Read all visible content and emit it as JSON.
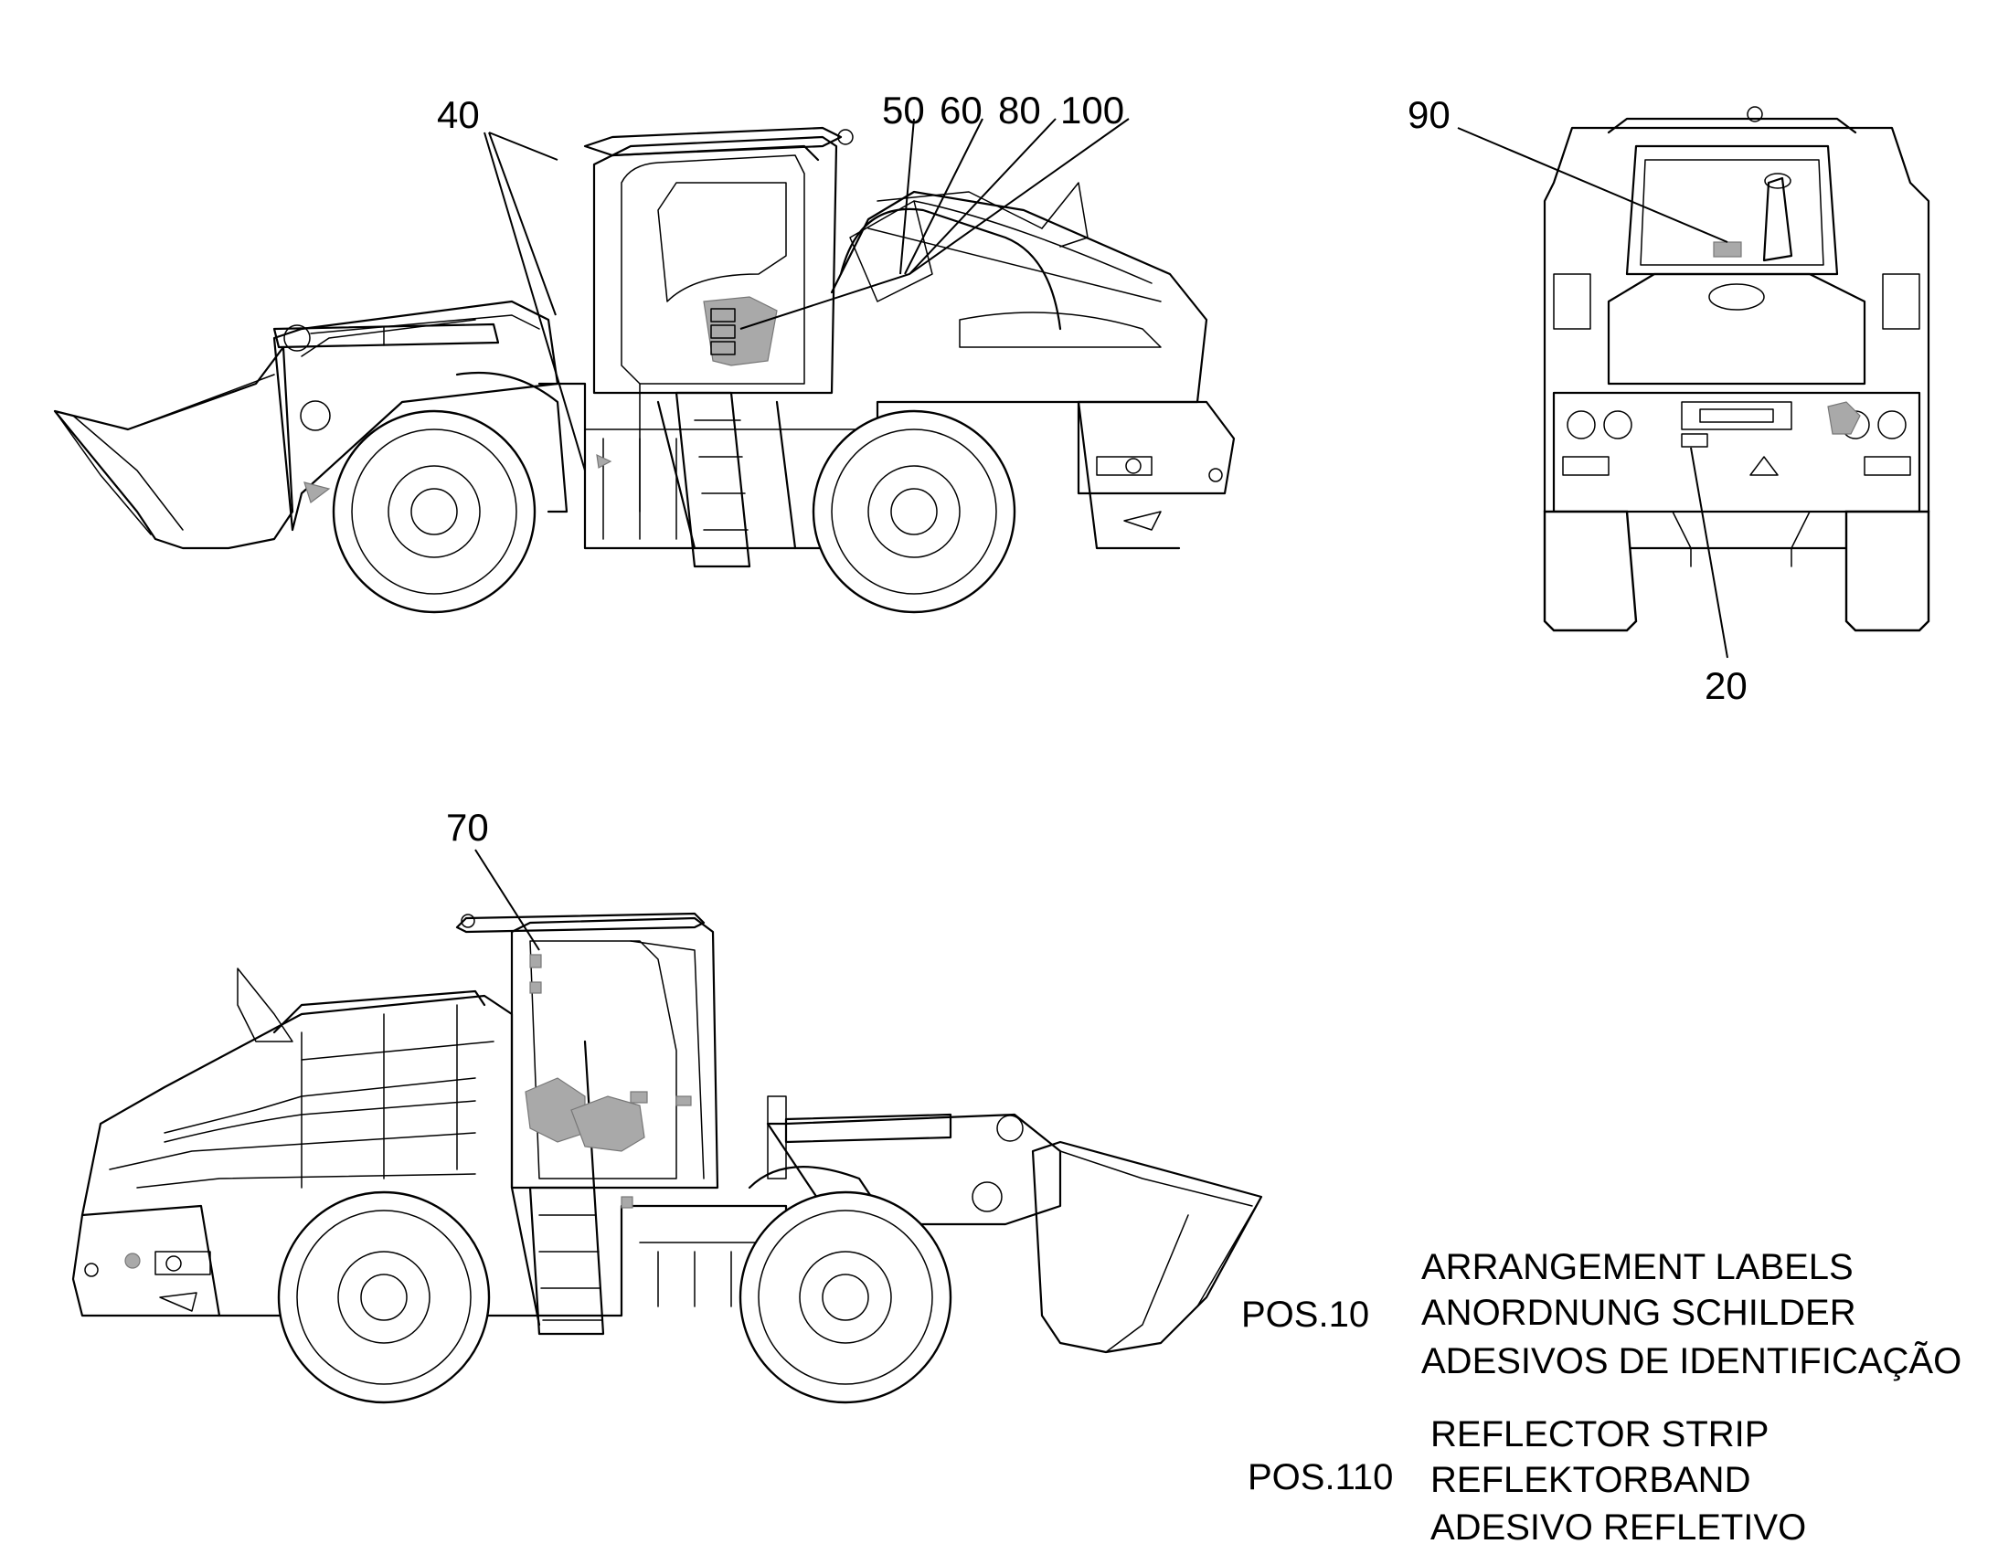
{
  "callouts": {
    "c40": "40",
    "c50": "50",
    "c60": "60",
    "c80": "80",
    "c100": "100",
    "c90": "90",
    "c20": "20",
    "c70": "70"
  },
  "legend": {
    "pos10": {
      "label": "POS.10",
      "lines": [
        "ARRANGEMENT LABELS",
        "ANORDNUNG SCHILDER",
        "ADESIVOS DE IDENTIFICAÇÃO"
      ]
    },
    "pos110": {
      "label": "POS.110",
      "lines": [
        "REFLECTOR STRIP",
        "REFLEKTORBAND",
        "ADESIVO REFLETIVO"
      ]
    }
  },
  "colors": {
    "line": "#000000",
    "label_patch": "#a9a9a9",
    "background": "#ffffff"
  },
  "views": [
    "left-side-view",
    "rear-view",
    "right-side-view"
  ]
}
